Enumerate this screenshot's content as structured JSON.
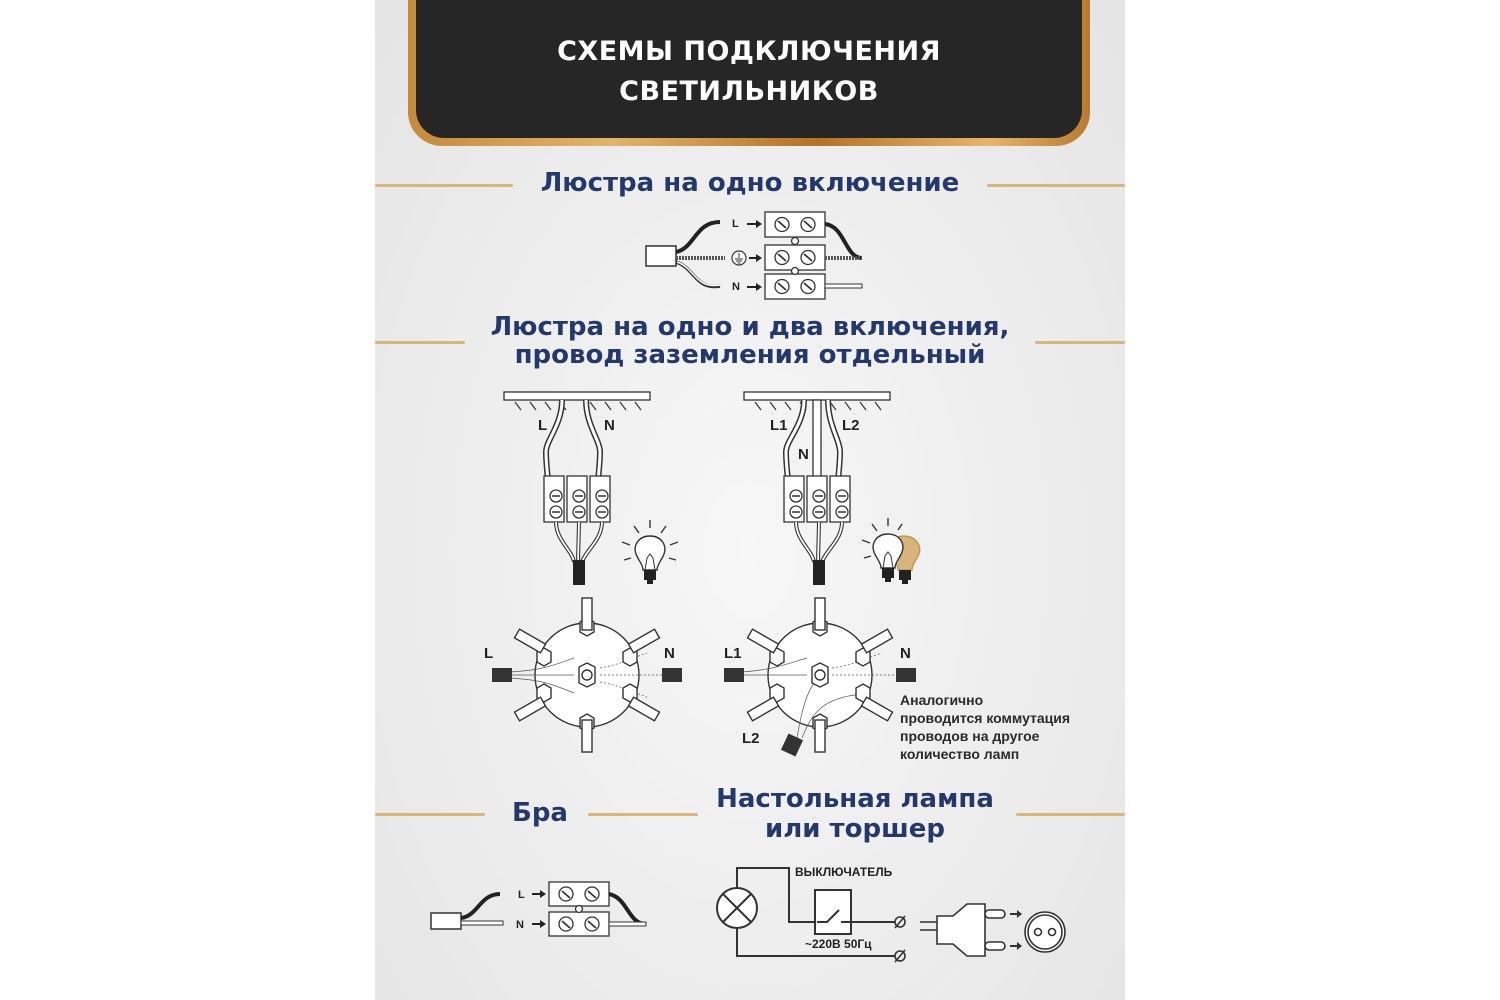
{
  "banner": {
    "line1": "СХЕМЫ ПОДКЛЮЧЕНИЯ",
    "line2": "СВЕТИЛЬНИКОВ"
  },
  "sections": {
    "single": {
      "title": "Люстра на одно включение",
      "labels": {
        "phase": "L",
        "neutral": "N",
        "ground": "ground-symbol"
      }
    },
    "double": {
      "title_line1": "Люстра на одно и два включения,",
      "title_line2": "провод заземления отдельный",
      "left": {
        "phase": "L",
        "neutral": "N"
      },
      "right": {
        "phase1": "L1",
        "phase2": "L2",
        "neutral": "N"
      },
      "bottom_left": {
        "phase": "L",
        "neutral": "N"
      },
      "bottom_right": {
        "phase1": "L1",
        "phase2": "L2",
        "neutral": "N"
      },
      "note_lines": [
        "Аналогично",
        "проводится коммутация",
        "проводов на другое",
        "количество ламп"
      ]
    },
    "sconce": {
      "title": "Бра",
      "labels": {
        "phase": "L",
        "neutral": "N"
      }
    },
    "table_lamp": {
      "title_line1": "Настольная лампа",
      "title_line2": "или торшер",
      "switch_label": "ВЫКЛЮЧАТЕЛЬ",
      "voltage_label": "~220В 50Гц"
    }
  },
  "colors": {
    "title_blue": "#23396b",
    "gold": "#d9b57c",
    "banner_bg": "#262626"
  }
}
